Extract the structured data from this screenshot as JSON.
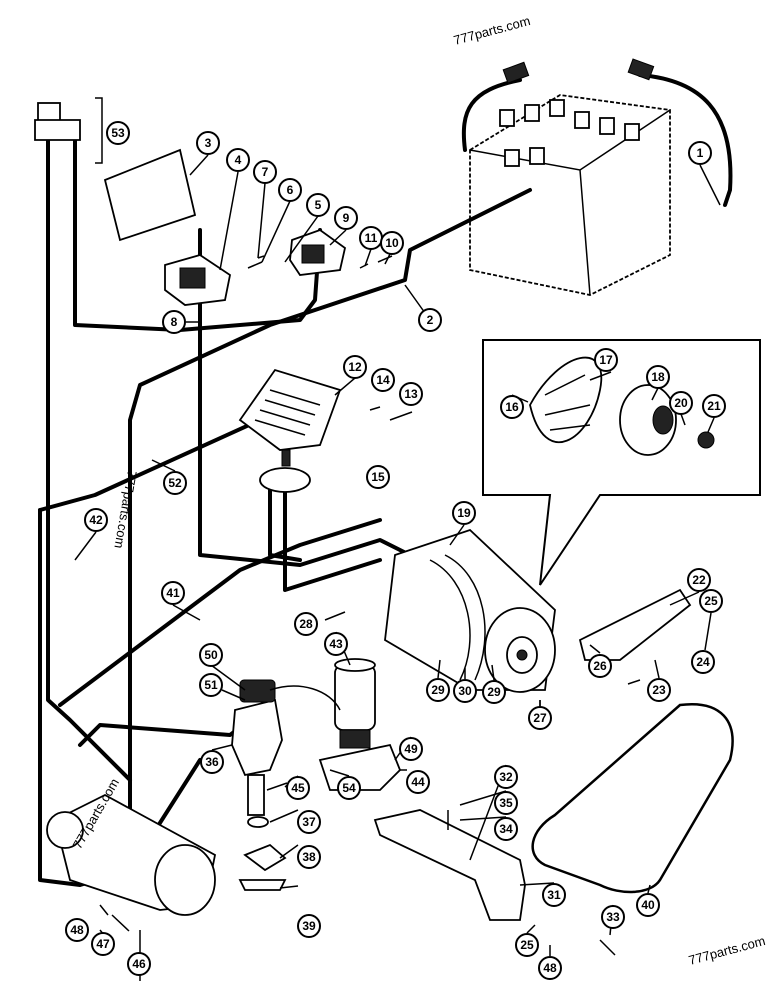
{
  "diagram": {
    "callouts": [
      "53",
      "3",
      "4",
      "7",
      "6",
      "5",
      "9",
      "11",
      "10",
      "1",
      "2",
      "8",
      "12",
      "14",
      "13",
      "15",
      "16",
      "17",
      "18",
      "20",
      "21",
      "52",
      "42",
      "19",
      "41",
      "22",
      "25",
      "28",
      "43",
      "26",
      "24",
      "23",
      "50",
      "51",
      "29",
      "30",
      "29",
      "27",
      "36",
      "49",
      "44",
      "32",
      "45",
      "54",
      "35",
      "34",
      "37",
      "38",
      "39",
      "31",
      "40",
      "33",
      "48",
      "47",
      "46",
      "25",
      "48"
    ],
    "watermarks": [
      "777parts.com",
      "777parts.com",
      "777parts.com",
      "777parts.com"
    ]
  }
}
